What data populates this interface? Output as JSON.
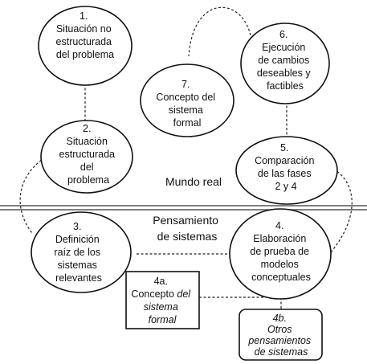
{
  "regions": {
    "upper": [
      "Mundo real"
    ],
    "lower": [
      "Pensamiento",
      "de sistemas"
    ]
  },
  "nodes": {
    "n1": [
      "1.",
      "Situación no",
      "estructurada",
      "del problema"
    ],
    "n2": [
      "2.",
      "Situación",
      "estructurada",
      "del",
      "problema"
    ],
    "n3": [
      "3.",
      "Definición",
      "raíz de los",
      "sistemas",
      "relevantes"
    ],
    "n4": [
      "4.",
      "Elaboración",
      "de prueba de",
      "modelos",
      "conceptuales"
    ],
    "n5": [
      "5.",
      "Comparación",
      "de las fases",
      "2 y 4"
    ],
    "n6": [
      "6.",
      "Ejecución",
      "de cambios",
      "deseables y",
      "factibles"
    ],
    "n7": [
      "7.",
      "Concepto del",
      "sistema",
      "formal"
    ],
    "n4a": {
      "number": "4a.",
      "line2_plain": "Concepto ",
      "line2_italic": "del",
      "line3": "sistema",
      "line4": "formal"
    },
    "n4b": [
      "4b.",
      "Otros",
      "pensamientos",
      "de sistemas"
    ]
  }
}
